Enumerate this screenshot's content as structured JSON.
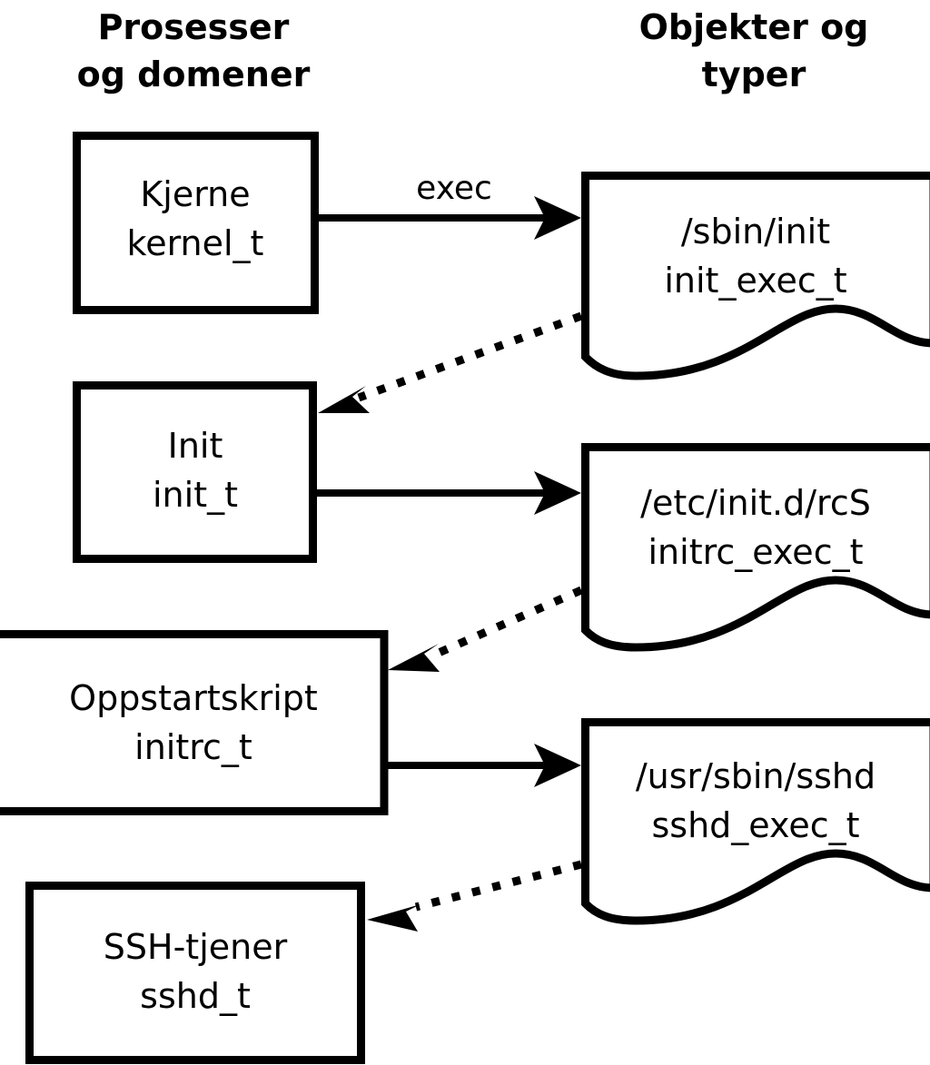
{
  "diagram": {
    "title_left": "Prosesser og domener",
    "title_right": "Objekter og typer",
    "columns": {
      "left": {
        "line1": "Prosesser",
        "line2": "og domener"
      },
      "right": {
        "line1": "Objekter og",
        "line2": "typer"
      }
    },
    "process_nodes": [
      {
        "name": "Kjerne",
        "type": "kernel_t"
      },
      {
        "name": "Init",
        "type": "init_t"
      },
      {
        "name": "Oppstartskript",
        "type": "initrc_t"
      },
      {
        "name": "SSH-tjener",
        "type": "sshd_t"
      }
    ],
    "object_nodes": [
      {
        "path": "/sbin/init",
        "type": "init_exec_t"
      },
      {
        "path": "/etc/init.d/rcS",
        "type": "initrc_exec_t"
      },
      {
        "path": "/usr/sbin/sshd",
        "type": "sshd_exec_t"
      }
    ],
    "edges": [
      {
        "label": "exec",
        "from": "kernel_t",
        "to": "init_exec_t",
        "style": "solid"
      },
      {
        "label": "",
        "from": "init_exec_t",
        "to": "init_t",
        "style": "dotted"
      },
      {
        "label": "",
        "from": "init_t",
        "to": "initrc_exec_t",
        "style": "solid"
      },
      {
        "label": "",
        "from": "initrc_exec_t",
        "to": "initrc_t",
        "style": "dotted"
      },
      {
        "label": "",
        "from": "initrc_t",
        "to": "sshd_exec_t",
        "style": "solid"
      },
      {
        "label": "",
        "from": "sshd_exec_t",
        "to": "sshd_t",
        "style": "dotted"
      }
    ],
    "colors": {
      "stroke": "#000000",
      "fill": "#ffffff",
      "background": "#ffffff"
    }
  }
}
